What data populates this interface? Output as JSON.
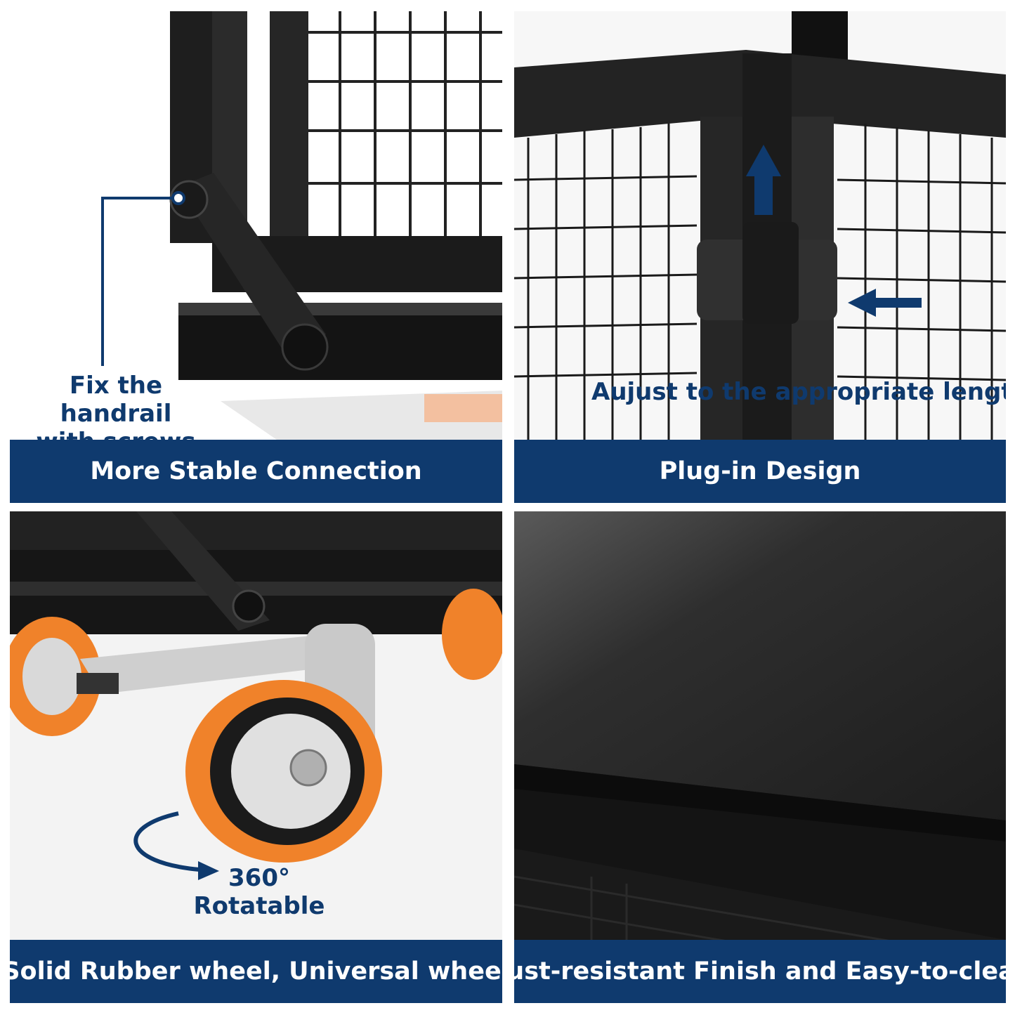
{
  "colors": {
    "banner": "#0f3a6e",
    "caption_text": "#0f3a6e",
    "steel_frame": "#1c1c1c",
    "wheel_orange": "#f0822a",
    "chrome": "#d8d8d8"
  },
  "panels": [
    {
      "banner": "More Stable Connection",
      "caption_line1": "Fix the handrail",
      "caption_line2": "with screws"
    },
    {
      "banner": "Plug-in Design",
      "caption": "Aujust to the appropriate length"
    },
    {
      "banner": "Solid Rubber wheel, Universal wheel",
      "caption_line1": "360°",
      "caption_line2": "Rotatable"
    },
    {
      "banner": "Rust-resistant Finish and Easy-to-clean"
    }
  ]
}
